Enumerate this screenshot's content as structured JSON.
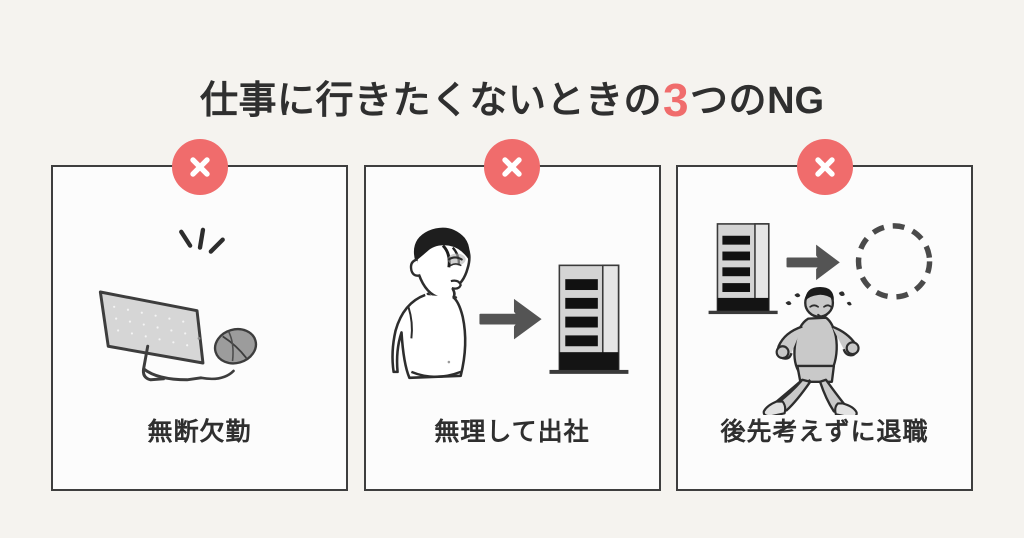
{
  "page": {
    "background_color": "#f5f3ef",
    "accent_color": "#f06c6c",
    "text_color": "#2f2f2f"
  },
  "title": {
    "full_text": "仕事に行きたくないときの3つのNG",
    "prefix": "仕事に行きたくないときの",
    "highlight_number": "3",
    "suffix": "つの",
    "suffix_latin": "NG"
  },
  "cards": [
    {
      "id": "card-mudan-kekkin",
      "badge_icon": "x-mark-icon",
      "label": "無断欠勤",
      "illustration": "desktop-monitor-and-mouse-illustration"
    },
    {
      "id": "card-muri-shite-shussha",
      "badge_icon": "x-mark-icon",
      "label": "無理して出社",
      "illustration": "tired-person-arrow-office-building-illustration"
    },
    {
      "id": "card-atosaki-kangaezu-taishoku",
      "badge_icon": "x-mark-icon",
      "label": "後先考えずに退職",
      "illustration": "office-building-arrow-empty-circle-running-person-illustration"
    }
  ]
}
